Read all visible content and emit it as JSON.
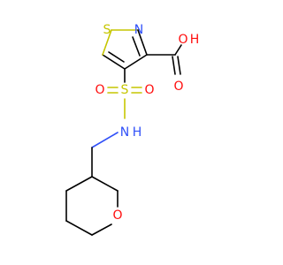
{
  "molecule": {
    "atoms": {
      "ring_s": "S",
      "ring_n": "N",
      "acid_o_h": "O",
      "acid_h": "H",
      "acid_o": "O",
      "sulfonyl_s": "S",
      "sulfonyl_o_left": "O",
      "sulfonyl_o_right": "O",
      "amide_n": "N",
      "amide_h": "H",
      "ether_o": "O"
    }
  },
  "colors": {
    "carbon_bond": "#000000",
    "sulfur": "#c6c600",
    "oxygen": "#ff0d0d",
    "nitrogen": "#3050f8",
    "background": "#ffffff"
  }
}
